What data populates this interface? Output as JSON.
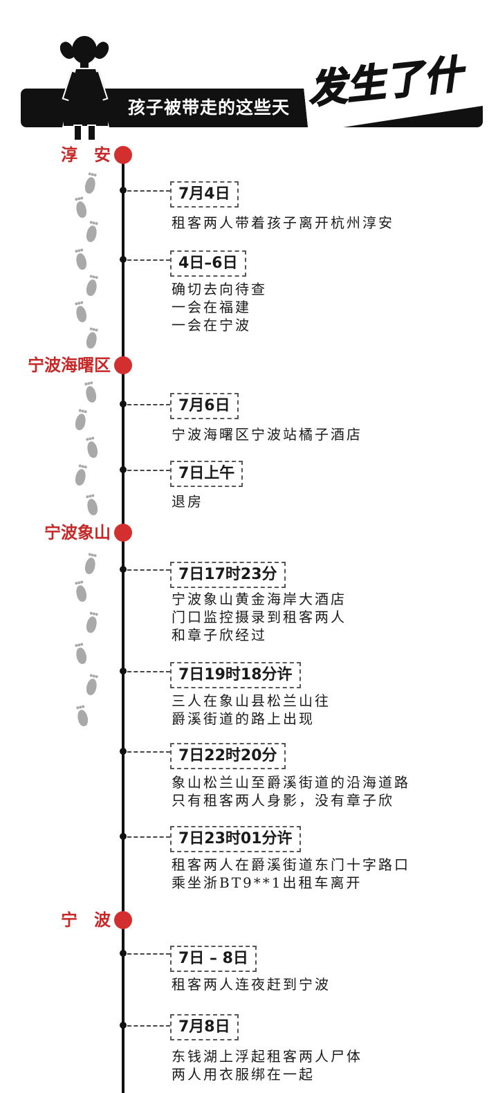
{
  "header": {
    "title": "孩子被带走的这些天",
    "brush_text": "发生了什么?"
  },
  "locations": [
    {
      "label": "淳　安"
    },
    {
      "label": "宁波海曙区"
    },
    {
      "label": "宁波象山"
    },
    {
      "label": "宁　波"
    }
  ],
  "events": [
    {
      "date": "7月4日",
      "desc": "租客两人带着孩子离开杭州淳安"
    },
    {
      "date": "4日–6日",
      "desc": "确切去向待查\n一会在福建\n一会在宁波"
    },
    {
      "date": "7月6日",
      "desc": "宁波海曙区宁波站橘子酒店"
    },
    {
      "date": "7日上午",
      "desc": "退房"
    },
    {
      "date": "7日17时23分",
      "desc": "宁波象山黄金海岸大酒店\n门口监控摄录到租客两人\n和章子欣经过"
    },
    {
      "date": "7日19时18分许",
      "desc": "三人在象山县松兰山往\n爵溪街道的路上出现"
    },
    {
      "date": "7日22时20分",
      "desc": "象山松兰山至爵溪街道的沿海道路\n只有租客两人身影，没有章子欣"
    },
    {
      "date": "7日23时01分许",
      "desc": "租客两人在爵溪街道东门十字路口\n乘坐浙BT9**1出租车离开"
    },
    {
      "date": "7日 – 8日",
      "desc": "租客两人连夜赶到宁波"
    },
    {
      "date": "7月8日",
      "desc": "东钱湖上浮起租客两人尸体\n两人用衣服绑在一起"
    }
  ],
  "colors": {
    "accent_red": "#d32f2f",
    "label_red": "#c62828",
    "bar_black": "#111111",
    "footprint_gray": "#a9a9a9"
  },
  "icons": [
    "girl-silhouette-icon",
    "footprint-icon"
  ]
}
